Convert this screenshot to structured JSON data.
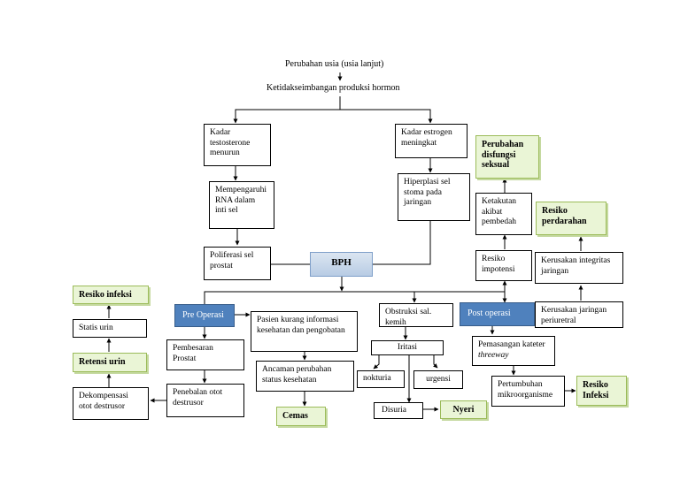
{
  "top": {
    "line1": "Perubahan usia (usia lanjut)",
    "line2": "Ketidakseimbangan produksi hormon"
  },
  "left_branch": {
    "testosterone": "Kadar testosterone menurun",
    "rna": "Mempengaruhi RNA dalam inti sel",
    "proliferation": "Poliferasi sel prostat"
  },
  "right_branch": {
    "estrogen": "Kadar estrogen meningkat",
    "hyperplasia": "Hiperplasi sel stoma pada jaringan"
  },
  "bph": "BPH",
  "pre_op": {
    "label": "Pre Operasi",
    "info": "Pasien kurang informasi kesehatan dan pengobatan",
    "threat": "Ancaman perubahan status kesehatan",
    "anxiety": "Cemas",
    "enlargement": "Pembesaran Prostat",
    "thickening": "Penebalan otot destrusor",
    "decompensation": "Dekompensasi otot destrusor",
    "urine_retention": "Retensi urin",
    "urine_stasis": "Statis urin",
    "infection_risk": "Resiko infeksi"
  },
  "obstruction": {
    "label": "Obstruksi sal. kemih",
    "irritation": "Iritasi",
    "nocturia": "nokturia",
    "urgency": "urgensi",
    "dysuria": "Disuria",
    "pain": "Nyeri"
  },
  "post_op": {
    "label": "Post operasi",
    "tissue_damage": "Kerusakan jaringan periuretral",
    "integrity_damage": "Kerusakan integritas jaringan",
    "bleeding_risk": "Resiko perdarahan",
    "impotence_risk": "Resiko impotensi",
    "surgery_fear": "Ketakutan akibat pembedah",
    "sexual_dysfunction": "Perubahan disfungsi seksual",
    "catheter_prefix": "Pemasangan kateter ",
    "catheter_italic": "threeway",
    "microorganism": "Pertumbuhan mikroorganisme",
    "infection_risk": "Resiko Infeksi"
  }
}
